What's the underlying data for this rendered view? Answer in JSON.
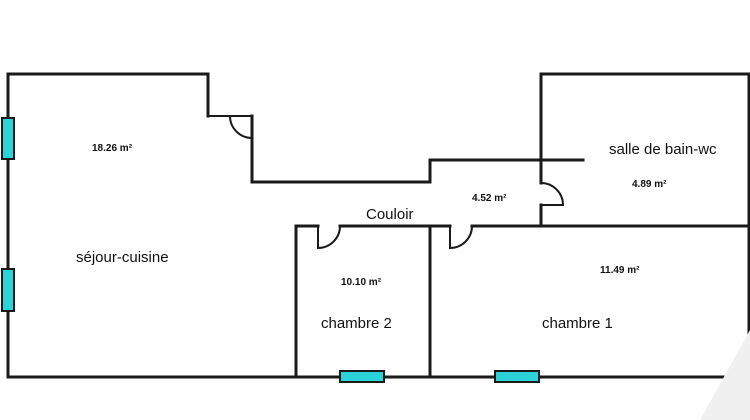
{
  "rooms": {
    "sejour": {
      "name": "séjour-cuisine",
      "area": "18.26 m²"
    },
    "salle_de_bain": {
      "name": "salle de bain-wc",
      "area": "4.89 m²"
    },
    "couloir": {
      "name": "Couloir",
      "area": "4.52 m²"
    },
    "chambre2": {
      "name": "chambre 2",
      "area": "10.10 m²"
    },
    "chambre1": {
      "name": "chambre 1",
      "area": "11.49 m²"
    }
  },
  "colors": {
    "wall": "#1a1a1a",
    "window": "#2bd3d8",
    "background": "#ffffff"
  }
}
